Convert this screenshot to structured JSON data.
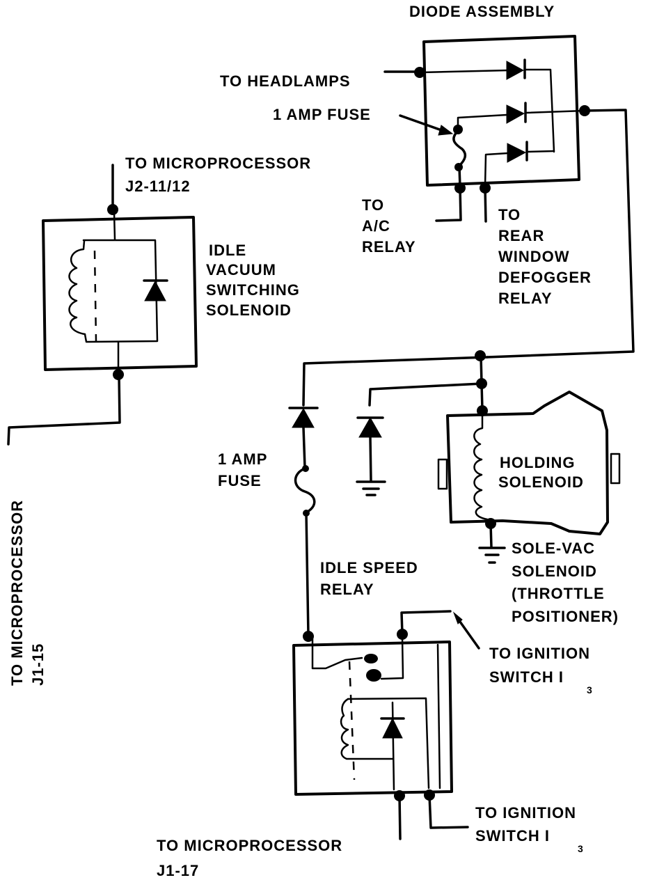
{
  "diagram": {
    "title": "Idle Speed Control Wiring Schematic",
    "labels": {
      "diode_assembly": "DIODE ASSEMBLY",
      "to_headlamps": "TO HEADLAMPS",
      "fuse_top": "1 AMP FUSE",
      "to_ac_relay": [
        "TO",
        "A/C",
        "RELAY"
      ],
      "to_rear_window": [
        "TO",
        "REAR",
        "WINDOW",
        "DEFOGGER",
        "RELAY"
      ],
      "to_micro_j2": [
        "TO MICROPROCESSOR",
        "J2-11/12"
      ],
      "idle_vacuum_solenoid": [
        "IDLE",
        "VACUUM",
        "SWITCHING",
        "SOLENOID"
      ],
      "to_micro_j115": [
        "TO MICROPROCESSOR",
        "J1-15"
      ],
      "fuse_mid": [
        "1 AMP",
        "FUSE"
      ],
      "holding_solenoid": [
        "HOLDING",
        "SOLENOID"
      ],
      "sole_vac": [
        "SOLE-VAC",
        "SOLENOID",
        "(THROTTLE",
        "POSITIONER)"
      ],
      "idle_speed_relay": [
        "IDLE SPEED",
        "RELAY"
      ],
      "to_ignition_upper": [
        "TO IGNITION",
        "SWITCH I"
      ],
      "to_ignition_upper_sub": "3",
      "to_ignition_lower": [
        "TO IGNITION",
        "SWITCH  I"
      ],
      "to_ignition_lower_sub": "3",
      "to_micro_j117": [
        "TO MICROPROCESSOR",
        "J1-17"
      ]
    },
    "components": [
      {
        "id": "diode-assembly",
        "type": "diode-assembly",
        "diodes": 3,
        "fuse": "1 AMP"
      },
      {
        "id": "idle-vacuum-switching-solenoid",
        "type": "solenoid-with-diode"
      },
      {
        "id": "holding-solenoid",
        "type": "solenoid"
      },
      {
        "id": "idle-speed-relay",
        "type": "relay-with-diode"
      },
      {
        "id": "inline-fuse",
        "type": "fuse",
        "rating": "1 AMP"
      },
      {
        "id": "ground-diode",
        "type": "diode-to-ground"
      }
    ],
    "colors": {
      "ink": "#000000",
      "paper": "#ffffff"
    }
  }
}
